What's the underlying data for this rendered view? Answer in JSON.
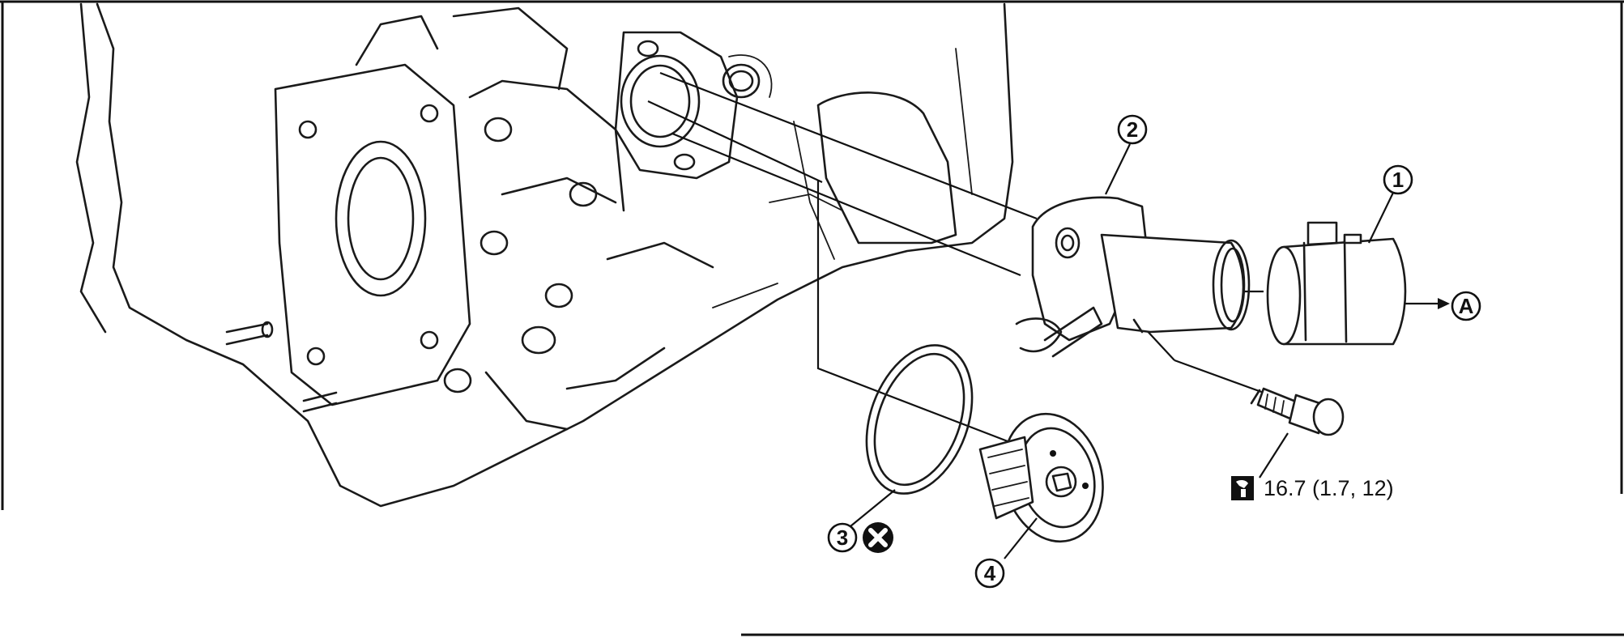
{
  "callouts": {
    "part_1": "1",
    "part_2": "2",
    "part_3": "3",
    "part_4": "4",
    "arrow_ref": "A"
  },
  "torque": {
    "value": "16.7 (1.7, 12)",
    "icon": "torque-wrench-icon"
  },
  "markers": {
    "do_not_reuse_icon": "x-circle-icon"
  },
  "colors": {
    "ink": "#1a1a1a",
    "background": "#ffffff"
  }
}
